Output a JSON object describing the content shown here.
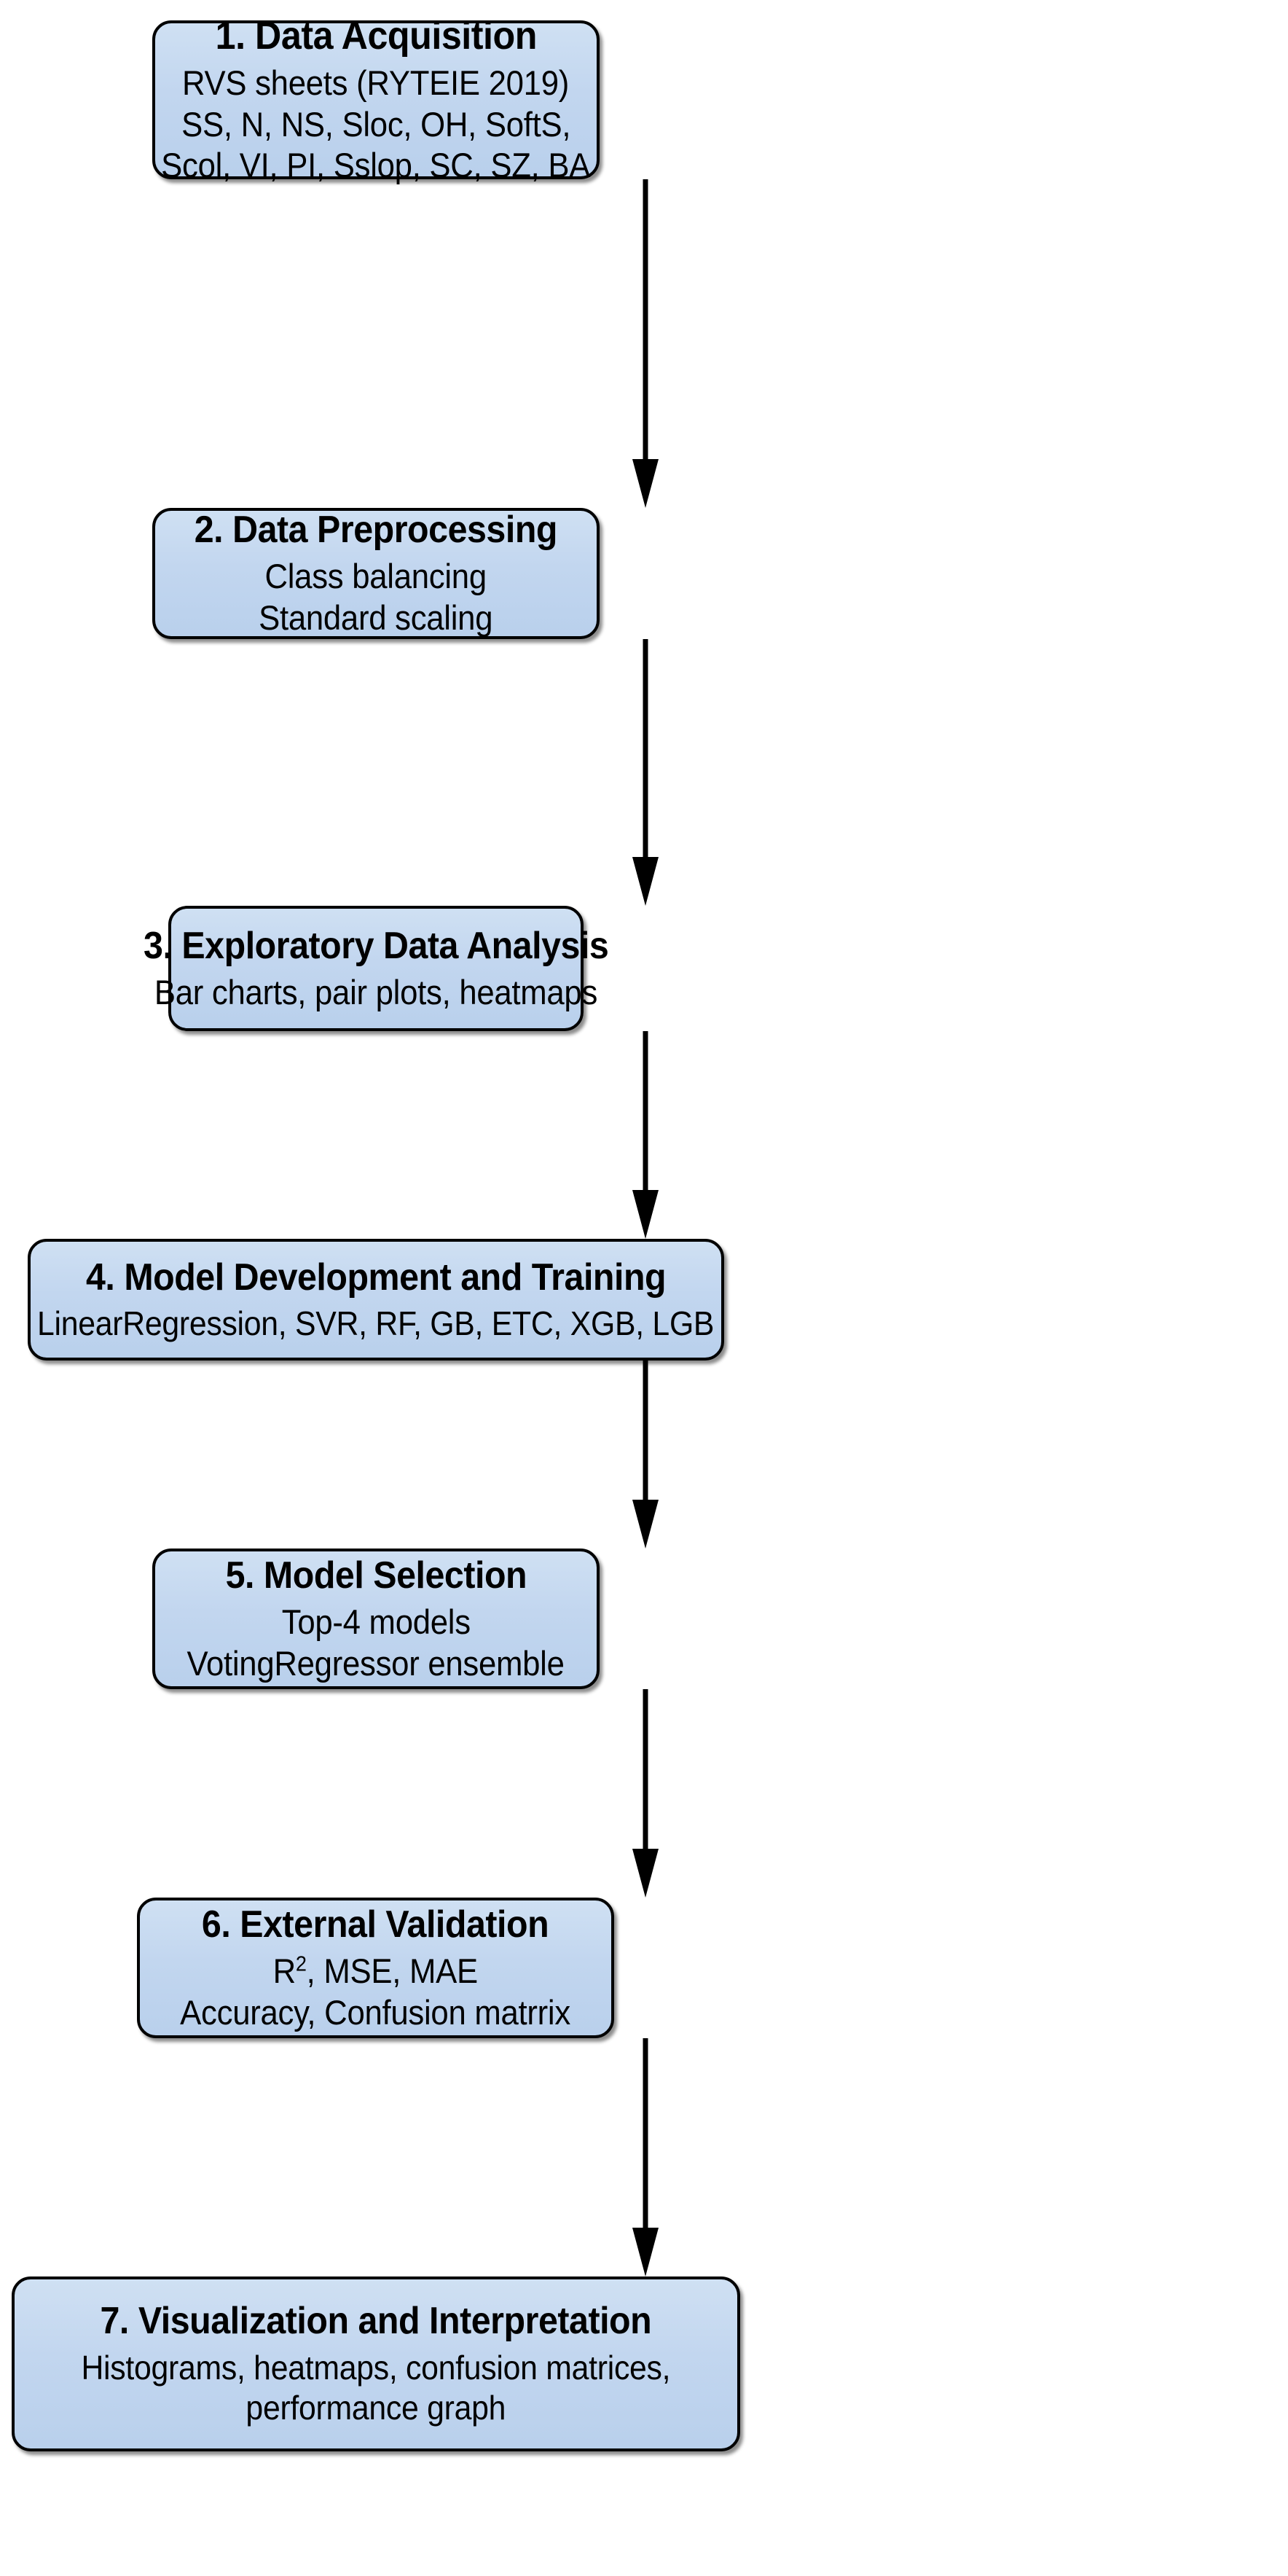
{
  "diagram": {
    "title": "Machine Learning Pipeline Flowchart",
    "type": "vertical-flowchart",
    "orientation": "top-to-bottom",
    "node_fill_color": "#c2d6ef",
    "node_border_color": "#000000",
    "arrow_color": "#000000",
    "background_color": "#ffffff"
  },
  "nodes": [
    {
      "id": "node-1",
      "step": 1,
      "title": "1. Data Acquisition",
      "lines": [
        "RVS sheets (RYTEIE 2019)",
        "SS, N, NS, Sloc, OH, SoftS,",
        "Scol, VI, PI, Sslop, SC, SZ, BA"
      ]
    },
    {
      "id": "node-2",
      "step": 2,
      "title": "2. Data Preprocessing",
      "lines": [
        "Class balancing",
        "Standard scaling"
      ]
    },
    {
      "id": "node-3",
      "step": 3,
      "title": "3. Exploratory Data Analysis",
      "lines": [
        "Bar charts, pair plots, heatmaps"
      ]
    },
    {
      "id": "node-4",
      "step": 4,
      "title": "4. Model Development and Training",
      "lines": [
        "LinearRegression, SVR, RF, GB, ETC, XGB, LGB"
      ]
    },
    {
      "id": "node-5",
      "step": 5,
      "title": "5. Model Selection",
      "lines": [
        "Top-4 models",
        "VotingRegressor ensemble"
      ]
    },
    {
      "id": "node-6",
      "step": 6,
      "title": "6. External Validation",
      "lines": [
        "R2, MSE, MAE",
        "Accuracy, Confusion matrrix"
      ],
      "line_0_base": "R",
      "line_0_sup": "2",
      "line_0_rest": ", MSE, MAE"
    },
    {
      "id": "node-7",
      "step": 7,
      "title": "7. Visualization and Interpretation",
      "lines": [
        "Histograms, heatmaps, confusion matrices,",
        "performance graph"
      ]
    }
  ],
  "edges": [
    {
      "id": "arrow-1-2",
      "from": "node-1",
      "to": "node-2",
      "style": "solid-arrow-down"
    },
    {
      "id": "arrow-2-3",
      "from": "node-2",
      "to": "node-3",
      "style": "solid-arrow-down"
    },
    {
      "id": "arrow-3-4",
      "from": "node-3",
      "to": "node-4",
      "style": "solid-arrow-down"
    },
    {
      "id": "arrow-4-5",
      "from": "node-4",
      "to": "node-5",
      "style": "solid-arrow-down"
    },
    {
      "id": "arrow-5-6",
      "from": "node-5",
      "to": "node-6",
      "style": "solid-arrow-down"
    },
    {
      "id": "arrow-6-7",
      "from": "node-6",
      "to": "node-7",
      "style": "solid-arrow-down"
    }
  ]
}
